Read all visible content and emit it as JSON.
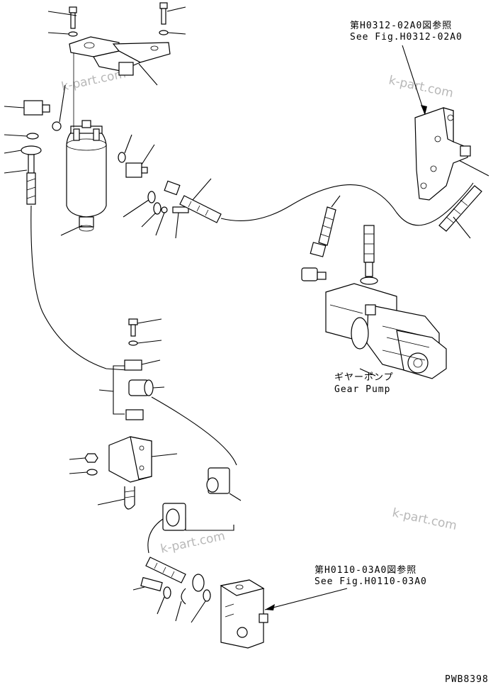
{
  "references": {
    "top_right_jp": "第H0312-02A0図参照",
    "top_right_en": "See Fig.H0312-02A0",
    "bottom_right_jp": "第H0110-03A0図参照",
    "bottom_right_en": "See Fig.H0110-03A0"
  },
  "labels": {
    "gear_pump_jp": "ギヤーポンプ",
    "gear_pump_en": "Gear Pump"
  },
  "watermarks": [
    "k-part.com",
    "k-part.com",
    "k-part.com",
    "k-part.com"
  ],
  "drawing_number": "PWB8398"
}
